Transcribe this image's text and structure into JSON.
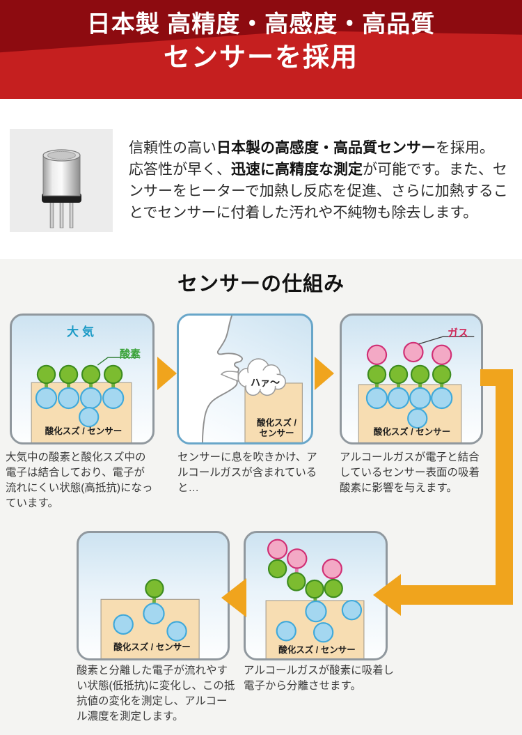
{
  "theme": {
    "red": "#c51f1f",
    "red_dark": "#8d0b10",
    "section_bg": "#f4f4f2",
    "panel_border": "#90989e",
    "panel_border_blue": "#68a6c9",
    "panel_grad_top": "#cde3f1",
    "tan": "#f7ddb2",
    "tan_border": "#a9a090",
    "green_fill": "#7cbc30",
    "green_stroke": "#3d8c1f",
    "blue_fill": "#a4d7f0",
    "blue_stroke": "#40a9da",
    "pink_fill": "#f3a9c5",
    "pink_stroke": "#d02e74",
    "stem_green": "#6fae3c",
    "stem_pink": "#df7fae",
    "arrow": "#f0a41d",
    "label_atmosphere": "#1a9ac6",
    "label_oxygen": "#3ba33a",
    "label_gas": "#d02859",
    "text": "#2b2b2b",
    "caption": "#3a3a3a"
  },
  "header": {
    "line1": "日本製 高精度・高感度・高品質",
    "line2": "センサーを採用"
  },
  "intro": {
    "r1": "信頼性の高い",
    "r2": "日本製の高感度・高品質センサー",
    "r3": "を採用。応答性が早く、",
    "r4": "迅速に高精度な測定",
    "r5": "が可能です。また、センサーをヒーターで加熱し反応を促進、さらに加熱することでセンサーに付着した汚れや不純物も除去します。"
  },
  "diagram": {
    "title": "センサーの仕組み",
    "labels": {
      "atmosphere": "大気",
      "oxygen": "酸素",
      "gas": "ガス",
      "sensor": "酸化スズ / センサー",
      "sensor_l1": "酸化スズ /",
      "sensor_l2": "センサー",
      "breath": "ハァ～"
    },
    "captions": [
      "大気中の酸素と酸化スズ中の電子は結合しており、電子が流れにくい状態(高抵抗)になっています。",
      "センサーに息を吹きかけ、アルコールガスが含まれていると…",
      "アルコールガスが電子と結合しているセンサー表面の吸着酸素に影響を与えます。",
      "アルコールガスが酸素に吸着し電子から分離させます。",
      "酸素と分離した電子が流れやすい状態(低抵抗)に変化し、この抵抗値の変化を測定し、アルコール濃度を測定します。"
    ]
  }
}
